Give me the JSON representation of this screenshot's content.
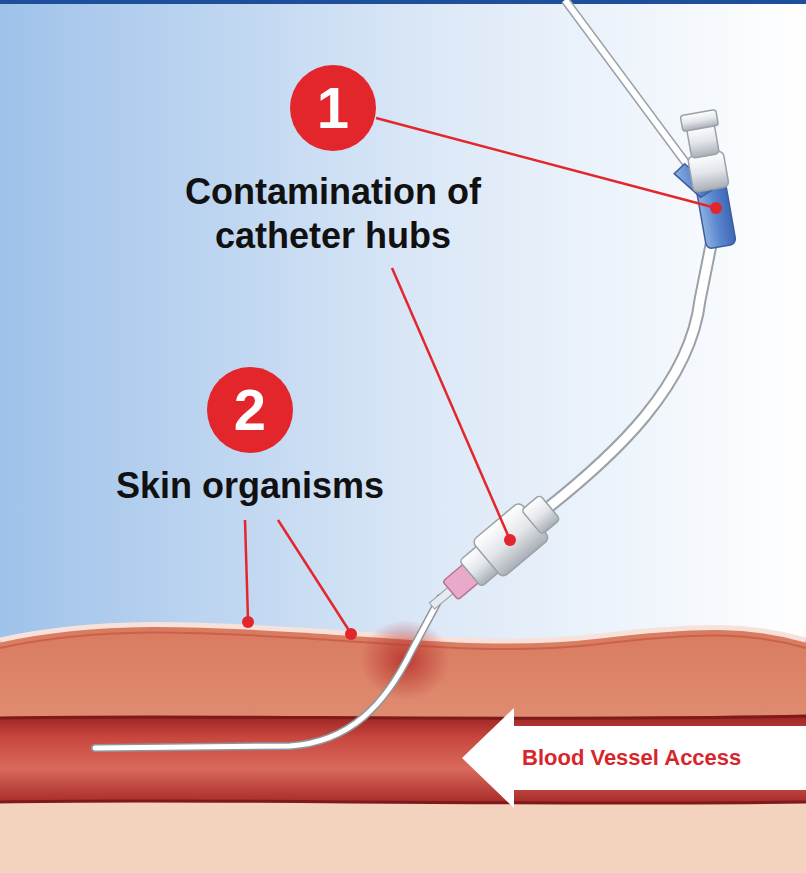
{
  "diagram": {
    "nodes": [
      {
        "text": [
          "1"
        ]
      },
      {
        "text": [
          "2"
        ]
      },
      {
        "text": [
          "Blood Vessel Access"
        ]
      }
    ],
    "edges": [],
    "labels": [
      "Contamination of catheter hubs",
      "Skin organisms"
    ]
  }
}
